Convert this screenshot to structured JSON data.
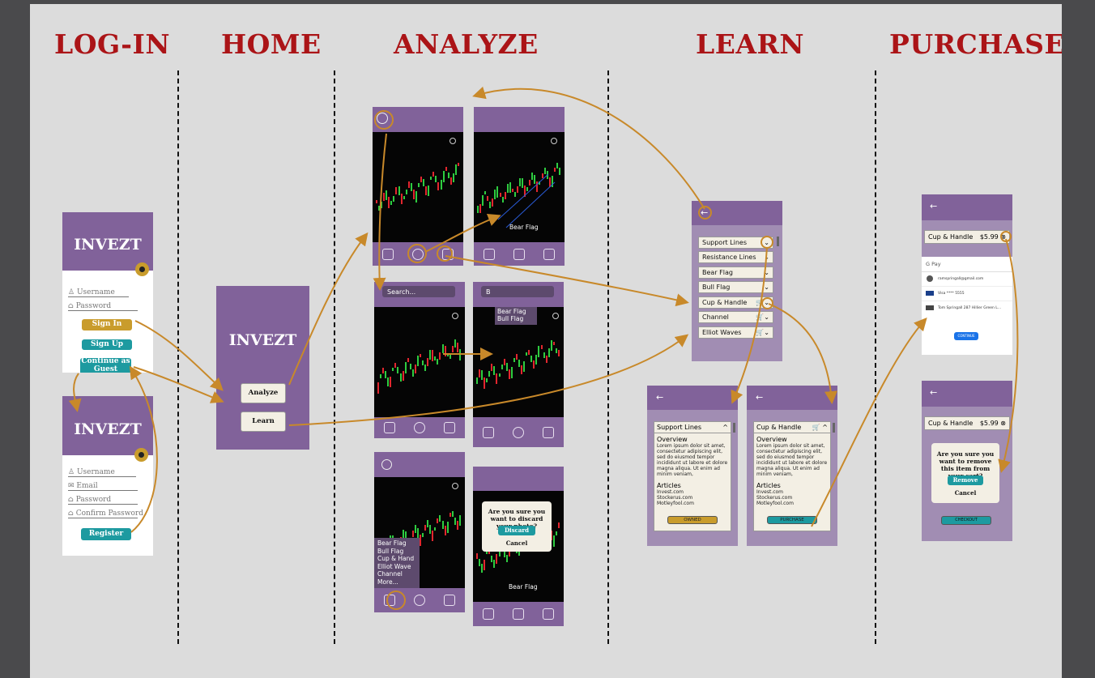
{
  "headings": [
    "LOG-IN",
    "HOME",
    "ANALYZE",
    "LEARN",
    "PURCHASE"
  ],
  "colors": {
    "heading": "#ab1417",
    "purple": "#81629a",
    "teal": "#1d9aa0",
    "gold": "#c99c2c",
    "arrow": "#c8892a",
    "cream": "#f3efe4"
  },
  "login": {
    "logo": "INVEZT",
    "username": "Username",
    "password": "Password",
    "sign_in": "Sign In",
    "sign_up": "Sign Up",
    "guest": "Continue as Guest"
  },
  "register": {
    "logo": "INVEZT",
    "username": "Username",
    "email": "Email",
    "password": "Password",
    "confirm": "Confirm Password",
    "register": "Register"
  },
  "home": {
    "logo": "INVEZT",
    "analyze": "Analyze",
    "learn": "Learn"
  },
  "analyze": {
    "bear_flag": "Bear Flag",
    "search_placeholder": "Search...",
    "search_typed": "B",
    "suggestions": [
      "Bear Flag",
      "Bull Flag"
    ],
    "pattern_list": [
      "Bear Flag",
      "Bull Flag",
      "Cup & Hand",
      "Elliot Wave",
      "Channel",
      "More..."
    ],
    "discard_question": "Are you sure you want to discard your photo?",
    "discard": "Discard",
    "cancel": "Cancel",
    "bear_flag_bottom": "Bear Flag"
  },
  "learn": {
    "list": [
      "Support Lines",
      "Resistance Lines",
      "Bear Flag",
      "Bull Flag",
      "Cup & Handle",
      "Channel",
      "Elliot Waves"
    ],
    "support_card": {
      "title": "Support Lines",
      "overview": "Overview",
      "body": "Lorem ipsum dolor sit amet, consectetur adipiscing elit, sed do eiusmod tempor incididunt ut labore et dolore magna aliqua. Ut enim ad minim veniam,",
      "articles": "Articles",
      "links": [
        "Invest.com",
        "Stockerus.com",
        "Motleyfool.com"
      ],
      "button": "OWNED"
    },
    "cup_card": {
      "title": "Cup & Handle",
      "overview": "Overview",
      "body": "Lorem ipsum dolor sit amet, consectetur adipiscing elit, sed do eiusmod tempor incididunt ut labore et dolore magna aliqua. Ut enim ad minim veniam,",
      "articles": "Articles",
      "links": [
        "Invest.com",
        "Stockerus.com",
        "Motleyfool.com"
      ],
      "button": "PURCHASE"
    }
  },
  "purchase": {
    "item": "Cup & Handle",
    "price": "$5.99",
    "gpay": "G Pay",
    "email": "ramspringall@gmail.com",
    "card": "Visa **** 5555",
    "address": "Tom Springall 287 Hillier Green L...",
    "continue": "CONTINUE",
    "remove_question": "Are you sure you want to remove this item from your cart?",
    "remove": "Remove",
    "cancel": "Cancel",
    "checkout": "CHECKOUT"
  }
}
